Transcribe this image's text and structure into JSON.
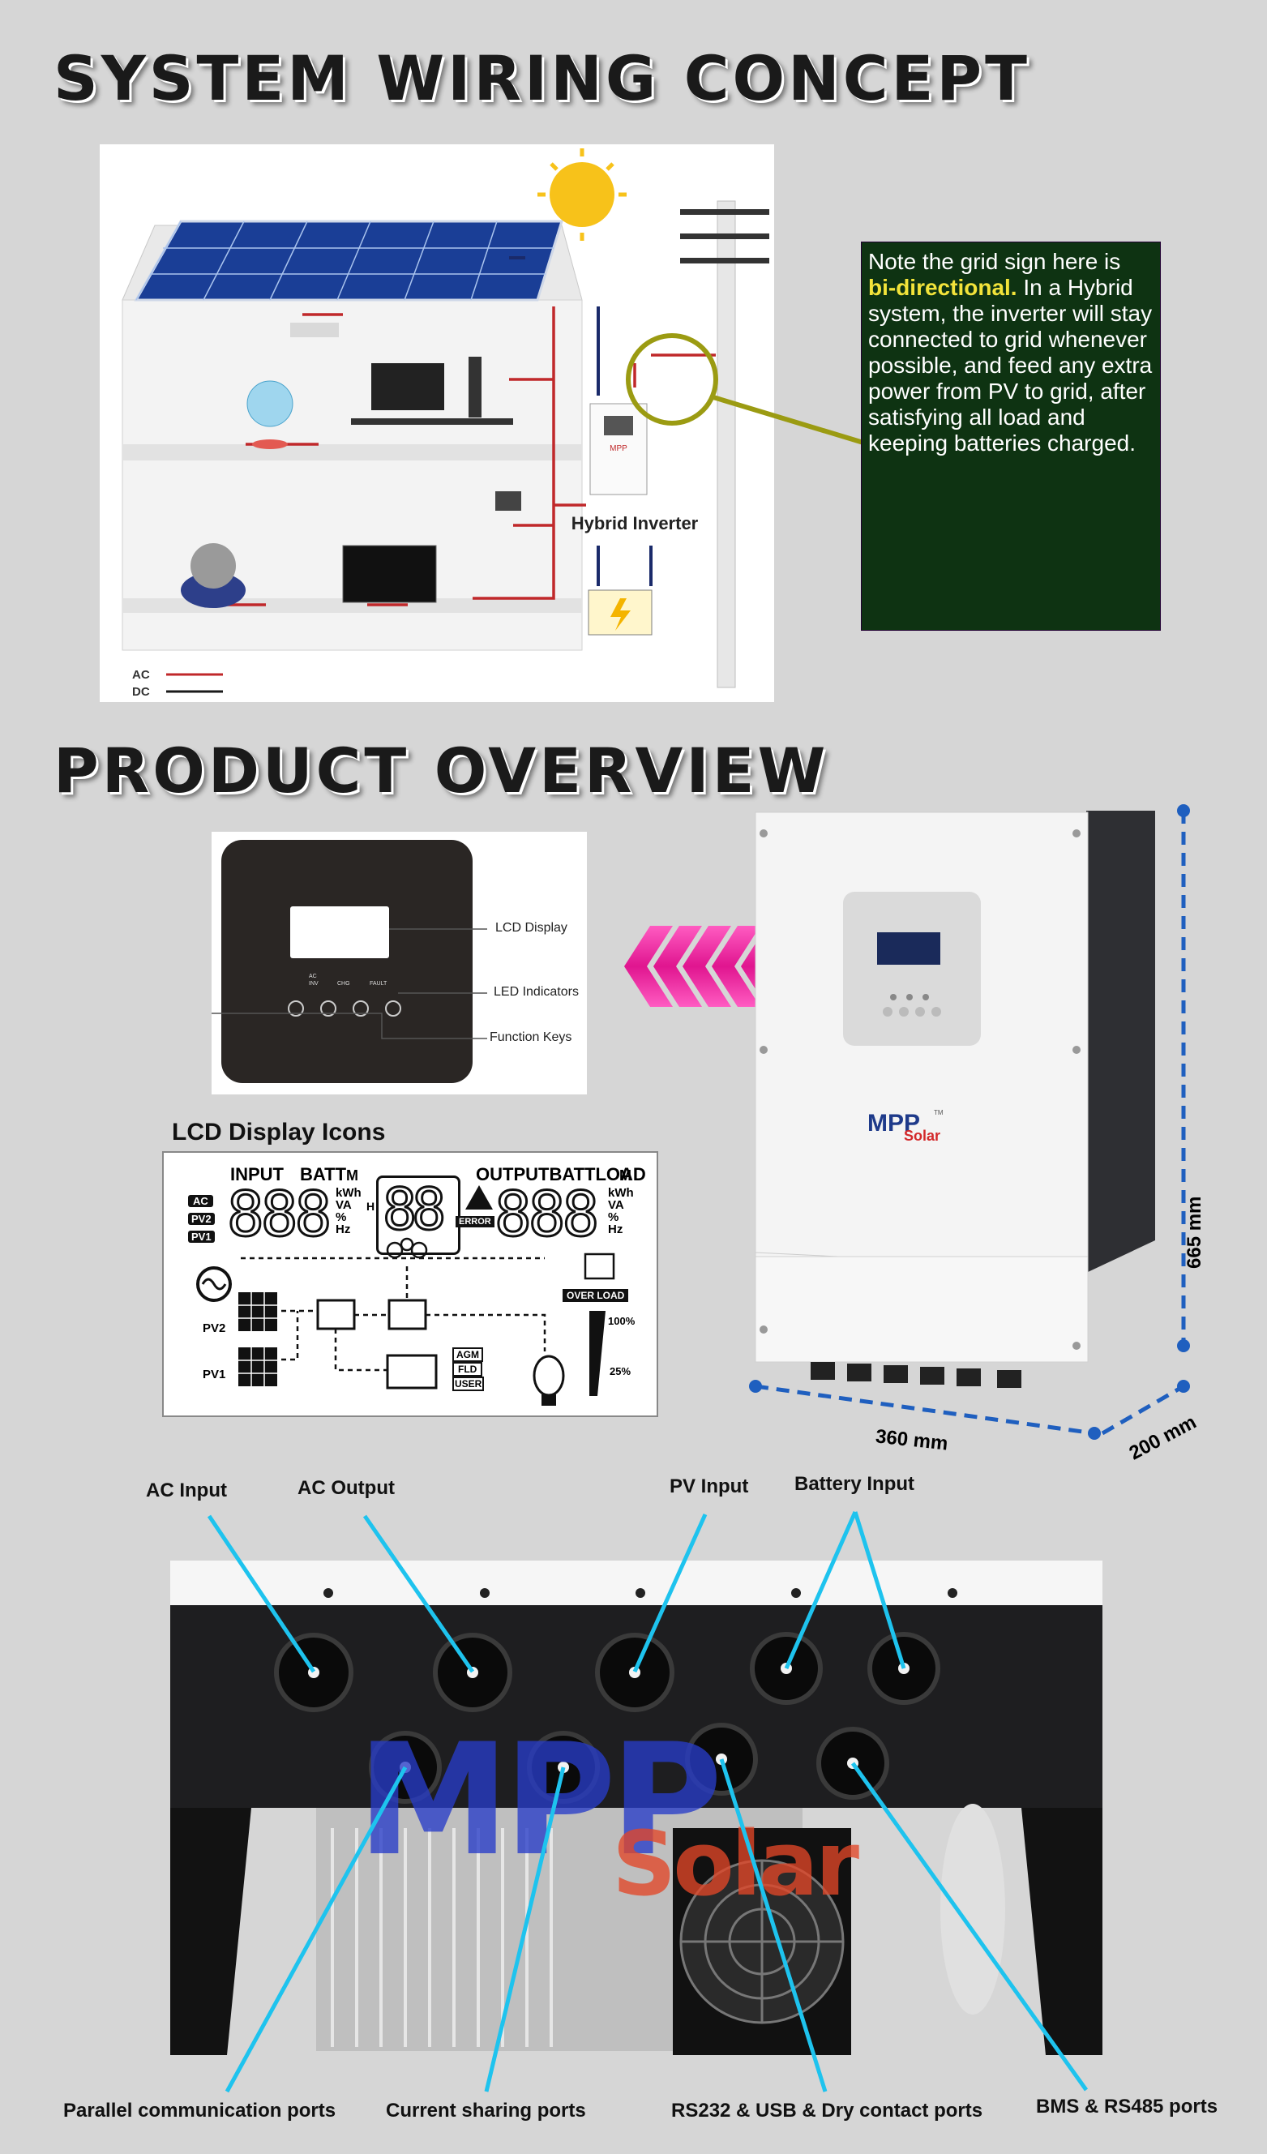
{
  "headings": {
    "wiring": "SYSTEM WIRING CONCEPT",
    "overview": "PRODUCT OVERVIEW"
  },
  "wiring": {
    "inverter_label": "Hybrid Inverter",
    "legend": {
      "ac": "AC",
      "dc": "DC"
    },
    "brand": "MPP",
    "colors": {
      "ac_wire": "#c0282a",
      "dc_wire": "#1a2a6a",
      "note_bg": "#0e3312",
      "highlight": "#f2e33a",
      "callout_ring": "#9b9b12"
    }
  },
  "note": {
    "line1": "Note the grid sign here is",
    "highlight": "bi-directional.",
    "rest": " In a Hybrid system, the inverter will stay connected to grid whenever possible, and feed any extra power from PV to grid, after satisfying all load and keeping batteries charged."
  },
  "panel": {
    "lcd_display": "LCD Display",
    "led_indicators": "LED Indicators",
    "function_keys": "Function Keys",
    "led_labels": [
      "AC",
      "INV",
      "CHG",
      "FAULT"
    ]
  },
  "lcd_icons": {
    "title": "LCD Display Icons",
    "input": "INPUT",
    "batt": "BATT",
    "output": "OUTPUTBATTLOAD",
    "digits_left": "888",
    "digits_mid": "88",
    "digits_right": "888",
    "units": [
      "kWh",
      "VA",
      "%",
      "Hz"
    ],
    "m": "M",
    "h": "H",
    "error": "ERROR",
    "ac": "AC",
    "pv2": "PV2",
    "pv1": "PV1",
    "overload": "OVER LOAD",
    "pct100": "100%",
    "pct25": "25%",
    "modes": [
      "AGM",
      "FLD",
      "USER"
    ]
  },
  "dimensions": {
    "height": "665 mm",
    "width": "360 mm",
    "depth": "200 mm",
    "accent": "#1f5fbf"
  },
  "product_brand": {
    "top": "MPP",
    "bottom": "Solar",
    "tm": "TM"
  },
  "ports": {
    "ac_input": "AC Input",
    "ac_output": "AC Output",
    "pv_input": "PV Input",
    "battery_input": "Battery Input",
    "parallel": "Parallel communication ports",
    "current_sharing": "Current sharing ports",
    "rs232": "RS232 &  USB & Dry contact ports",
    "bms": "BMS & RS485 ports",
    "line_color": "#1ec3ee"
  },
  "watermark": {
    "top": "MPP",
    "bottom": "Solar"
  }
}
